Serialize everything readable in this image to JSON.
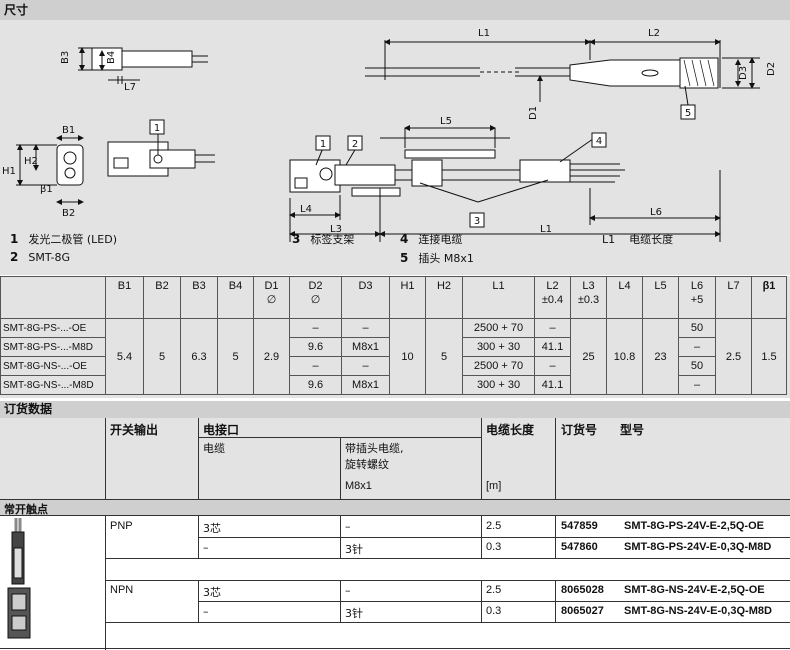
{
  "section_dimensions": "尺寸",
  "callouts": {
    "c1": "1",
    "c2": "2",
    "c3": "3",
    "c4": "4",
    "c5": "5"
  },
  "dim_labels": {
    "B1": "B1",
    "B2": "B2",
    "B3": "B3",
    "B4": "B4",
    "H1": "H1",
    "H2": "H2",
    "L1": "L1",
    "L2": "L2",
    "L3": "L3",
    "L4": "L4",
    "L5": "L5",
    "L6": "L6",
    "L7": "L7",
    "D1": "D1",
    "D2": "D2",
    "D3": "D3",
    "beta1": "β1"
  },
  "legend": [
    {
      "num": "1",
      "text": "发光二极管 (LED)"
    },
    {
      "num": "2",
      "text": "SMT-8G"
    },
    {
      "num": "3",
      "text": "标签支架"
    },
    {
      "num": "4",
      "text": "连接电缆"
    },
    {
      "num": "5",
      "text": "插头 M8x1"
    },
    {
      "num": "L1",
      "text": "电缆长度"
    }
  ],
  "dims_table": {
    "headers": [
      {
        "l1": "B1",
        "l2": ""
      },
      {
        "l1": "B2",
        "l2": ""
      },
      {
        "l1": "B3",
        "l2": ""
      },
      {
        "l1": "B4",
        "l2": ""
      },
      {
        "l1": "D1",
        "l2": "∅"
      },
      {
        "l1": "D2",
        "l2": "∅"
      },
      {
        "l1": "D3",
        "l2": ""
      },
      {
        "l1": "H1",
        "l2": ""
      },
      {
        "l1": "H2",
        "l2": ""
      },
      {
        "l1": "L1",
        "l2": ""
      },
      {
        "l1": "L2",
        "l2": "±0.4"
      },
      {
        "l1": "L3",
        "l2": "±0.3"
      },
      {
        "l1": "L4",
        "l2": ""
      },
      {
        "l1": "L5",
        "l2": ""
      },
      {
        "l1": "L6",
        "l2": "+5"
      },
      {
        "l1": "L7",
        "l2": ""
      },
      {
        "l1": "β1",
        "l2": ""
      }
    ],
    "variants": [
      "SMT-8G-PS-...-OE",
      "SMT-8G-PS-...-M8D",
      "SMT-8G-NS-...-OE",
      "SMT-8G-NS-...-M8D"
    ],
    "shared": {
      "B1": "5.4",
      "B2": "5",
      "B3": "6.3",
      "B4": "5",
      "D1": "2.9",
      "H1": "10",
      "H2": "5",
      "L3": "25",
      "L4": "10.8",
      "L5": "23",
      "L7": "2.5",
      "beta1": "1.5"
    },
    "rows": [
      {
        "D2": "–",
        "D3": "–",
        "L1": "2500 + 70",
        "L2": "–",
        "L6": "50"
      },
      {
        "D2": "9.6",
        "D3": "M8x1",
        "L1": "300 + 30",
        "L2": "41.1",
        "L6": "–"
      },
      {
        "D2": "–",
        "D3": "–",
        "L1": "2500 + 70",
        "L2": "–",
        "L6": "50"
      },
      {
        "D2": "9.6",
        "D3": "M8x1",
        "L1": "300 + 30",
        "L2": "41.1",
        "L6": "–"
      }
    ]
  },
  "order": {
    "title": "订货数据",
    "col_switch": "开关输出",
    "col_electrical": "电接口",
    "col_cable": "电缆",
    "col_plug": "带插头电缆,",
    "col_plug2": "旋转螺纹",
    "col_plug3": "M8x1",
    "col_length": "电缆长度",
    "col_length_unit": "[m]",
    "col_part": "订货号",
    "col_type": "型号",
    "group_label": "常开触点",
    "groups": [
      {
        "output": "PNP",
        "rows": [
          {
            "cable": "3芯",
            "plug": "–",
            "length": "2.5",
            "part": "547859",
            "type": "SMT-8G-PS-24V-E-2,5Q-OE"
          },
          {
            "cable": "–",
            "plug": "3针",
            "length": "0.3",
            "part": "547860",
            "type": "SMT-8G-PS-24V-E-0,3Q-M8D"
          }
        ]
      },
      {
        "output": "NPN",
        "rows": [
          {
            "cable": "3芯",
            "plug": "–",
            "length": "2.5",
            "part": "8065028",
            "type": "SMT-8G-NS-24V-E-2,5Q-OE"
          },
          {
            "cable": "–",
            "plug": "3针",
            "length": "0.3",
            "part": "8065027",
            "type": "SMT-8G-NS-24V-E-0,3Q-M8D"
          }
        ]
      }
    ]
  }
}
